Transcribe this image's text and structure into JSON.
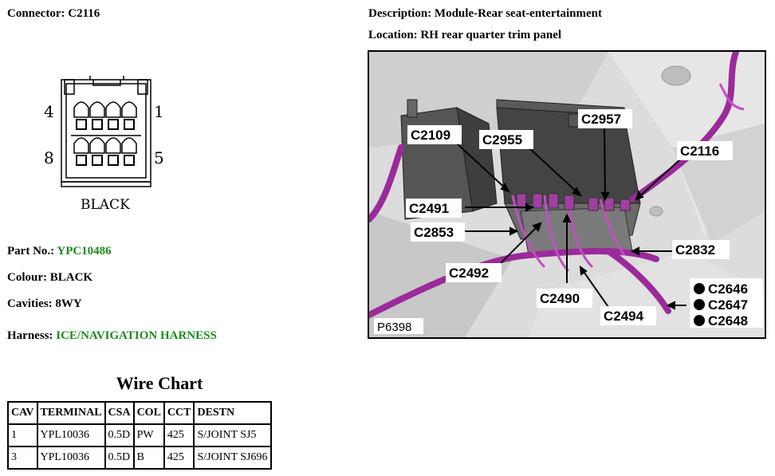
{
  "connector": {
    "label": "Connector:",
    "value": "C2116"
  },
  "description": {
    "label": "Description:",
    "value": "Module-Rear seat-entertainment"
  },
  "location": {
    "label": "Location:",
    "value": "RH rear quarter trim panel"
  },
  "diagram": {
    "pin_top_left": "4",
    "pin_top_right": "1",
    "pin_bottom_left": "8",
    "pin_bottom_right": "5",
    "colour_caption": "BLACK"
  },
  "part_no": {
    "label": "Part No.:",
    "value": "YPC10486",
    "value_color": "#1e8a1e"
  },
  "colour": {
    "label": "Colour:",
    "value": "BLACK"
  },
  "cavities": {
    "label": "Cavities:",
    "value": "8WY"
  },
  "harness": {
    "label": "Harness:",
    "value": "ICE/NAVIGATION HARNESS",
    "value_color": "#1e8a1e"
  },
  "photo": {
    "image_id": "P6398",
    "labels": {
      "c2109": "C2109",
      "c2955": "C2955",
      "c2957": "C2957",
      "c2116": "C2116",
      "c2491": "C2491",
      "c2853": "C2853",
      "c2832": "C2832",
      "c2492": "C2492",
      "c2490": "C2490",
      "c2494": "C2494",
      "c2646": "C2646",
      "c2647": "C2647",
      "c2648": "C2648"
    },
    "harness_color": "#9b2a9b"
  },
  "wire_chart": {
    "title": "Wire Chart",
    "headers": [
      "CAV",
      "TERMINAL",
      "CSA",
      "COL",
      "CCT",
      "DESTN"
    ],
    "rows": [
      [
        "1",
        "YPL10036",
        "0.5D",
        "PW",
        "425",
        "S/JOINT SJ5"
      ],
      [
        "3",
        "YPL10036",
        "0.5D",
        "B",
        "425",
        "S/JOINT SJ696"
      ]
    ]
  }
}
